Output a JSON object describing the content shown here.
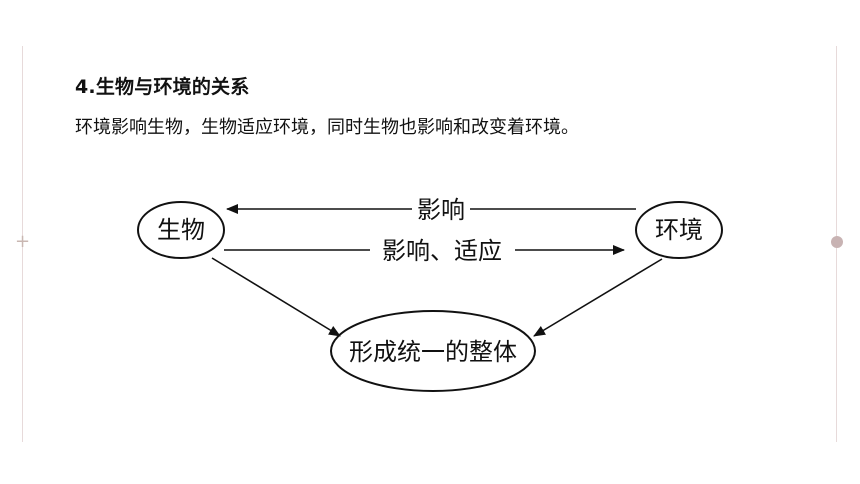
{
  "section": {
    "heading": "4.生物与环境的关系",
    "sentence": "环境影响生物，生物适应环境，同时生物也影响和改变着环境。"
  },
  "diagram": {
    "nodes": {
      "organism": "生物",
      "environment": "环境",
      "whole": "形成统一的整体"
    },
    "edges": {
      "top": "影响",
      "bottom": "影响、适应"
    }
  },
  "decor": {
    "left_icon": "plus-icon",
    "right_icon": "dot-icon"
  }
}
